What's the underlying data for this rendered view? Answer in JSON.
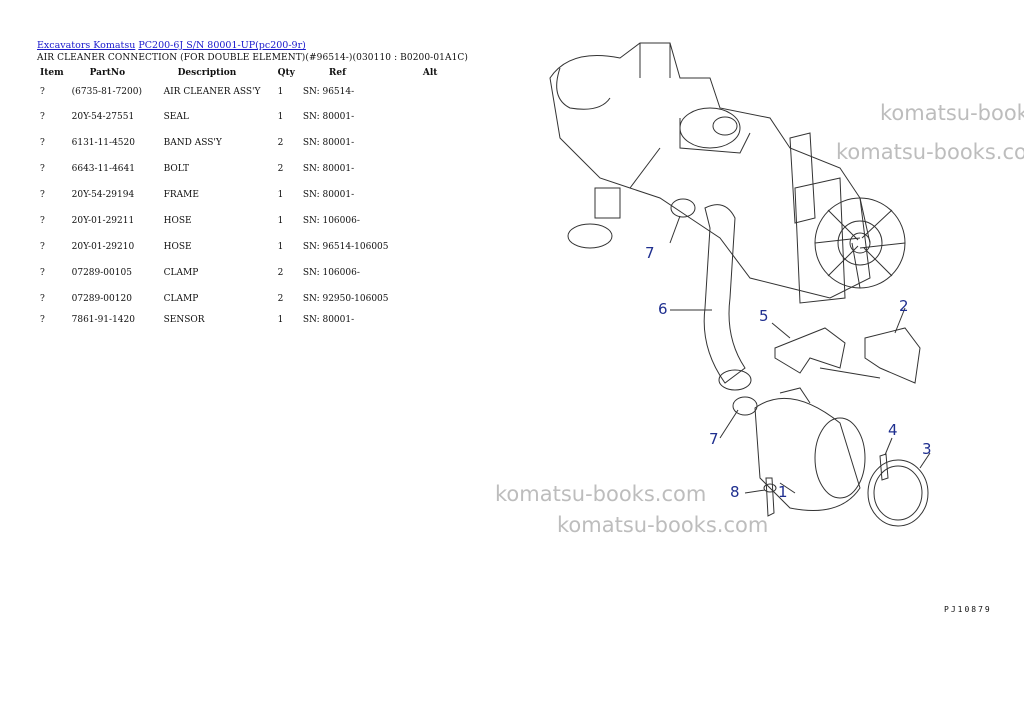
{
  "breadcrumb": {
    "link1": "Excavators Komatsu",
    "link2": "PC200-6J S/N 80001-UP(pc200-9r)"
  },
  "subtitle": "AIR CLEANER CONNECTION (FOR DOUBLE ELEMENT)(#96514-)(030110 : B0200-01A1C)",
  "table": {
    "headers": [
      "Item",
      "PartNo",
      "Description",
      "Qty",
      "Ref",
      "Alt"
    ],
    "rows": [
      {
        "item": "?",
        "part": "(6735-81-7200)",
        "desc": "AIR CLEANER ASS'Y",
        "qty": "1",
        "ref": "SN: 96514-",
        "alt": ""
      },
      {
        "item": "?",
        "part": "20Y-54-27551",
        "desc": "SEAL",
        "qty": "1",
        "ref": "SN: 80001-",
        "alt": ""
      },
      {
        "item": "?",
        "part": "6131-11-4520",
        "desc": "BAND ASS'Y",
        "qty": "2",
        "ref": "SN: 80001-",
        "alt": ""
      },
      {
        "item": "?",
        "part": "6643-11-4641",
        "desc": "BOLT",
        "qty": "2",
        "ref": "SN: 80001-",
        "alt": ""
      },
      {
        "item": "?",
        "part": "20Y-54-29194",
        "desc": "FRAME",
        "qty": "1",
        "ref": "SN: 80001-",
        "alt": ""
      },
      {
        "item": "?",
        "part": "20Y-01-29211",
        "desc": "HOSE",
        "qty": "1",
        "ref": "SN: 106006-",
        "alt": ""
      },
      {
        "item": "?",
        "part": "20Y-01-29210",
        "desc": "HOSE",
        "qty": "1",
        "ref": "SN: 96514-106005",
        "alt": ""
      },
      {
        "item": "?",
        "part": "07289-00105",
        "desc": "CLAMP",
        "qty": "2",
        "ref": "SN: 106006-",
        "alt": ""
      },
      {
        "item": "?",
        "part": "07289-00120",
        "desc": "CLAMP",
        "qty": "2",
        "ref": "SN: 92950-106005",
        "alt": ""
      },
      {
        "item": "?",
        "part": "7861-91-1420",
        "desc": "SENSOR",
        "qty": "1",
        "ref": "SN: 80001-",
        "alt": ""
      }
    ]
  },
  "watermarks": [
    "komatsu-books.com",
    "komatsu-books.com",
    "komatsu-books.com",
    "komatsu-books.com"
  ],
  "callouts": [
    "7",
    "6",
    "5",
    "2",
    "7",
    "4",
    "3",
    "8",
    "1"
  ],
  "drawing_code": "PJ10879",
  "colors": {
    "link": "#1a1acc",
    "callout": "#1f2f8f",
    "watermark": "#bdbdbd"
  }
}
